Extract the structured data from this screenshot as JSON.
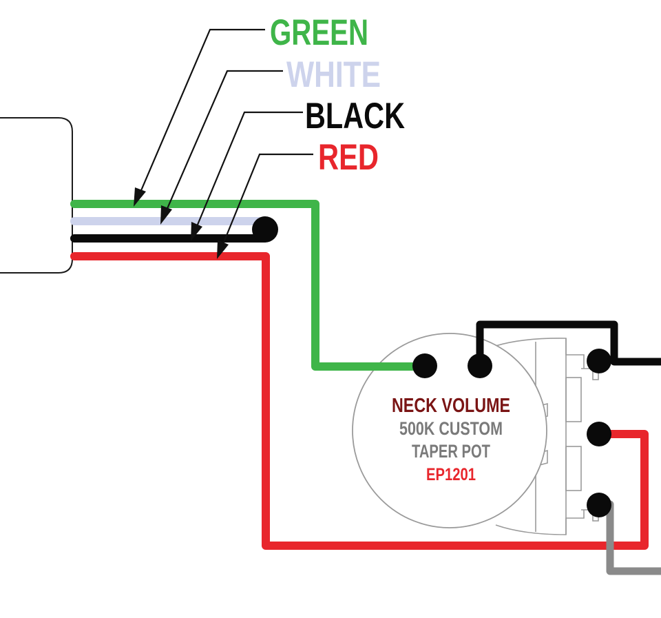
{
  "colors": {
    "green": "#3fb549",
    "white": "#cdd3ec",
    "black": "#0a0a0a",
    "red": "#e8262c",
    "gray": "#8a8a8a",
    "neck_volume": "#7a1414",
    "pot_spec": "#7a7a7a",
    "part_number": "#e8262c",
    "outline": "#9a9a9a"
  },
  "labels": {
    "green": "GREEN",
    "white": "WHITE",
    "black": "BLACK",
    "red": "RED"
  },
  "pot": {
    "title": "NECK VOLUME",
    "spec_line1": "500K CUSTOM",
    "spec_line2": "TAPER POT",
    "part_number": "EP1201"
  }
}
